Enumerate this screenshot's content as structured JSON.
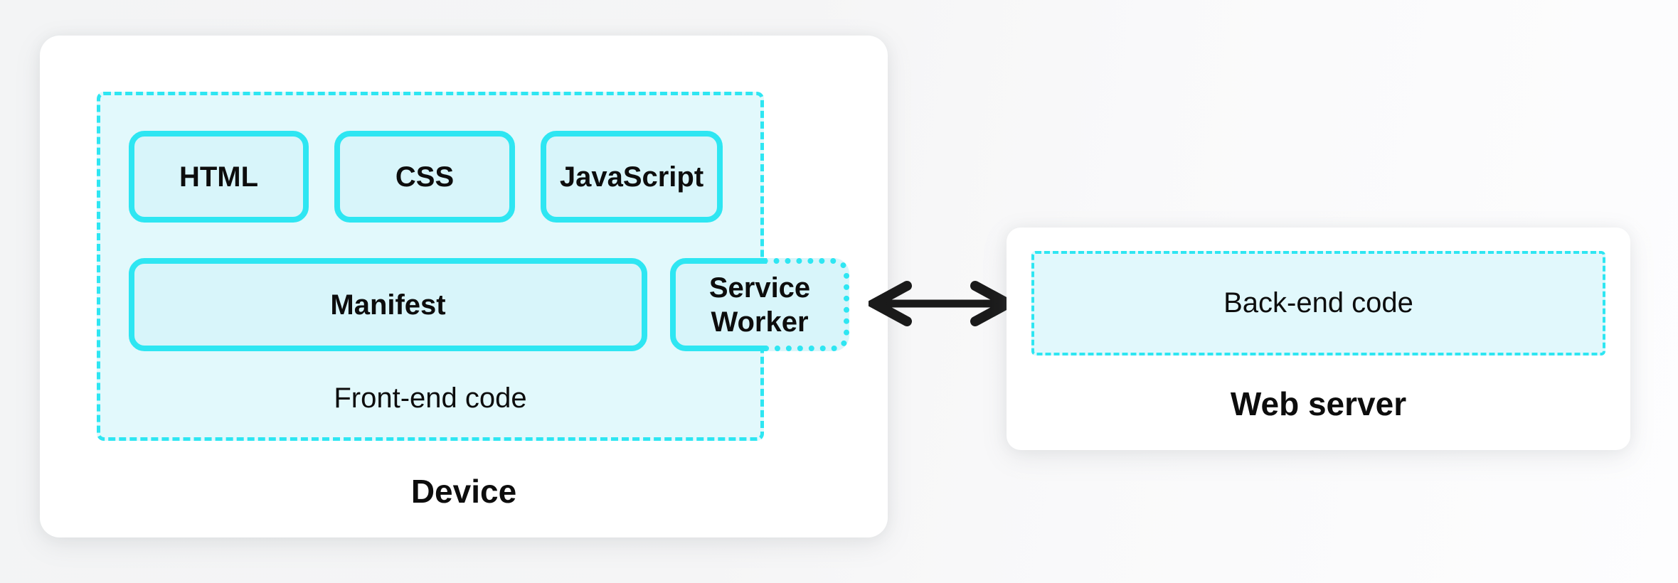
{
  "device_panel": {
    "title": "Device",
    "frontend": {
      "caption": "Front-end code",
      "blocks": {
        "html": "HTML",
        "css": "CSS",
        "javascript": "JavaScript",
        "manifest": "Manifest",
        "service_worker": "Service Worker"
      }
    }
  },
  "server_panel": {
    "title": "Web server",
    "backend": {
      "caption": "Back-end code"
    }
  },
  "connector": {
    "name": "bidirectional-arrow",
    "color": "#1a1a1a"
  },
  "colors": {
    "accent_cyan": "#2ee6f2",
    "container_fill": "#e2f9fc",
    "block_fill": "#d8f5fa",
    "backend_fill": "#e1f8fc",
    "panel_bg": "#ffffff",
    "canvas_bg": "#f5f5f6",
    "text": "#0d0d0d"
  }
}
